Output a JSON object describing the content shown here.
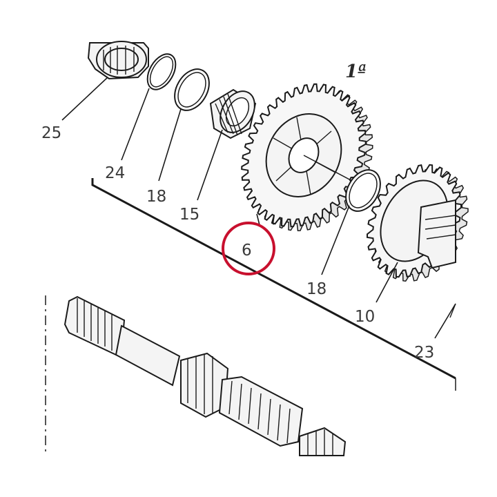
{
  "diagram": {
    "title_label": "1ª",
    "callouts": [
      {
        "id": "c25",
        "text": "25"
      },
      {
        "id": "c24",
        "text": "24"
      },
      {
        "id": "c18a",
        "text": "18"
      },
      {
        "id": "c15",
        "text": "15"
      },
      {
        "id": "c6",
        "text": "6"
      },
      {
        "id": "c18b",
        "text": "18"
      },
      {
        "id": "c10",
        "text": "10"
      },
      {
        "id": "c23",
        "text": "23"
      }
    ],
    "highlight": {
      "target": "6",
      "color": "#c8102e"
    }
  }
}
